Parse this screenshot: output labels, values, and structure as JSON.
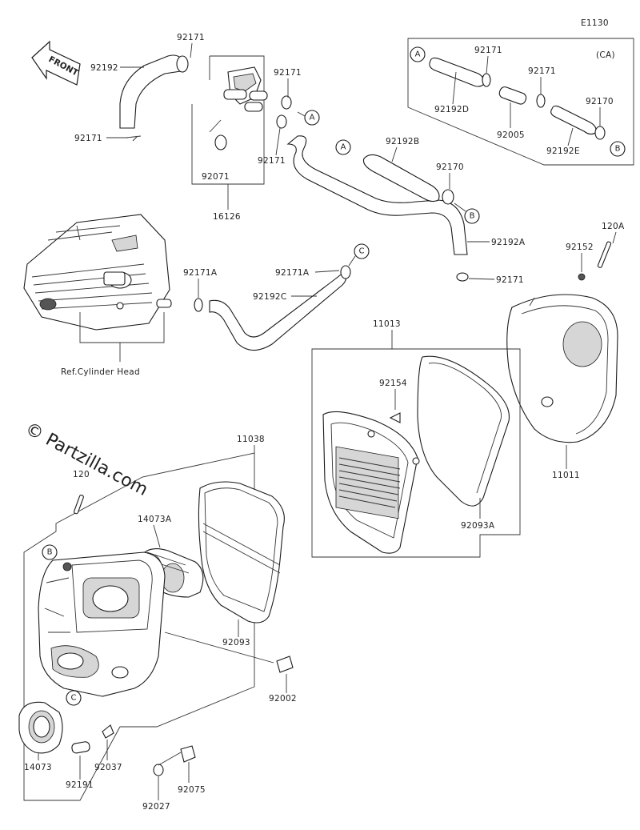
{
  "diagram": {
    "code": "E1130",
    "region_note": "(CA)",
    "watermark": "© Partzilla.com",
    "front_label": "FRONT",
    "ref_label": "Ref.Cylinder Head",
    "parts": {
      "p92192": "92192",
      "p92171_top": "92171",
      "p92171_a": "92171",
      "p92171_b": "92171",
      "p92171_left": "92171",
      "p92071": "92071",
      "p16126": "16126",
      "p92192B": "92192B",
      "p92170": "92170",
      "p92192A": "92192A",
      "p92171_bottom": "92171",
      "p92171_ca1": "92171",
      "p92171_ca2": "92171",
      "p92192D": "92192D",
      "p92005": "92005",
      "p92170_ca": "92170",
      "p92192E": "92192E",
      "p92171A_left": "92171A",
      "p92171A_right": "92171A",
      "p92192C": "92192C",
      "p120A": "120A",
      "p92152": "92152",
      "p11013": "11013",
      "p92154": "92154",
      "p11011": "11011",
      "p92093A": "92093A",
      "p11038": "11038",
      "p120": "120",
      "p14073A": "14073A",
      "p92093": "92093",
      "p92002": "92002",
      "p14073": "14073",
      "p92037": "92037",
      "p92191": "92191",
      "p92027": "92027",
      "p92075": "92075"
    },
    "markers": {
      "A1": "A",
      "A2": "A",
      "A3": "A",
      "B1": "B",
      "B2": "B",
      "B3": "B",
      "C1": "C",
      "C2": "C"
    }
  }
}
